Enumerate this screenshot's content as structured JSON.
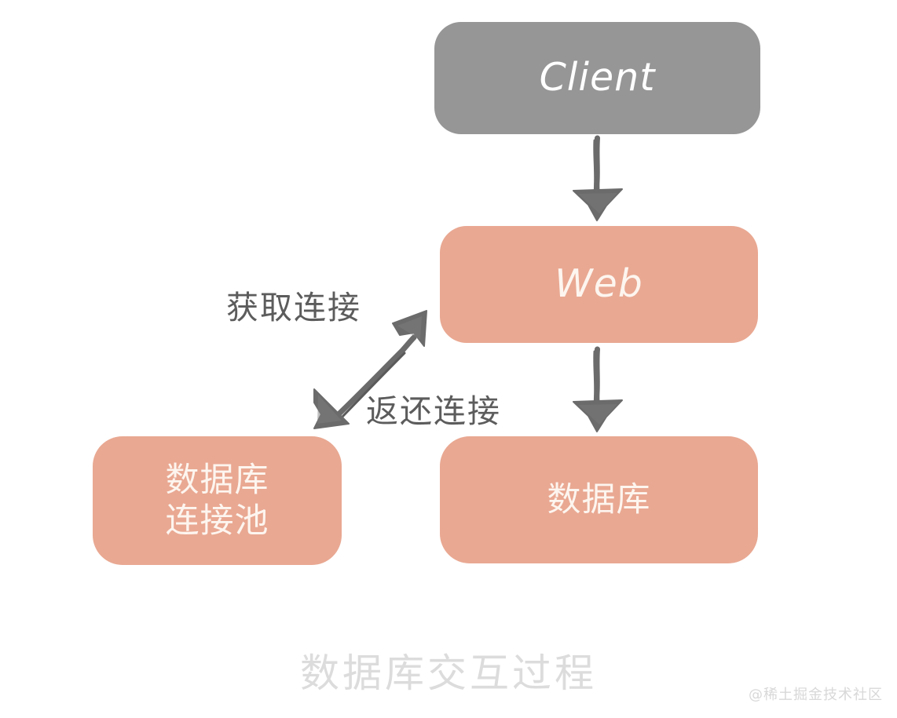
{
  "diagram": {
    "title": "数据库交互过程",
    "watermark": "@稀土掘金技术社区",
    "background_color": "#ffffff",
    "title_color": "#dcdcdc",
    "watermark_color": "#d8d8d8",
    "nodes": [
      {
        "id": "client",
        "label": "Client",
        "fill": "#969696",
        "text_color": "#ffffff",
        "shape": "rounded-rectangle"
      },
      {
        "id": "web",
        "label": "Web",
        "fill": "#e9a892",
        "text_color": "#fdf5ef",
        "shape": "rounded-rectangle"
      },
      {
        "id": "pool",
        "label": "数据库连接池",
        "label_line1": "数据库",
        "label_line2": "连接池",
        "fill": "#e9a892",
        "text_color": "#fdf5ef",
        "shape": "rounded-rectangle"
      },
      {
        "id": "database",
        "label": "数据库",
        "fill": "#e9a892",
        "text_color": "#fdf5ef",
        "shape": "rounded-rectangle"
      }
    ],
    "edges": [
      {
        "id": "client-to-web",
        "from": "client",
        "to": "web",
        "label": "",
        "direction": "one-way",
        "color": "#6b6b6b",
        "style": "hand-drawn"
      },
      {
        "id": "web-to-pool",
        "from": "web",
        "to": "pool",
        "label_forward": "获取连接",
        "label_backward": "返还连接",
        "direction": "two-way",
        "color": "#6b6b6b",
        "style": "hand-drawn"
      },
      {
        "id": "web-to-database",
        "from": "web",
        "to": "database",
        "label": "",
        "direction": "one-way",
        "color": "#6b6b6b",
        "style": "hand-drawn"
      }
    ],
    "edge_labels": {
      "acquire": "获取连接",
      "return": "返还连接"
    }
  }
}
